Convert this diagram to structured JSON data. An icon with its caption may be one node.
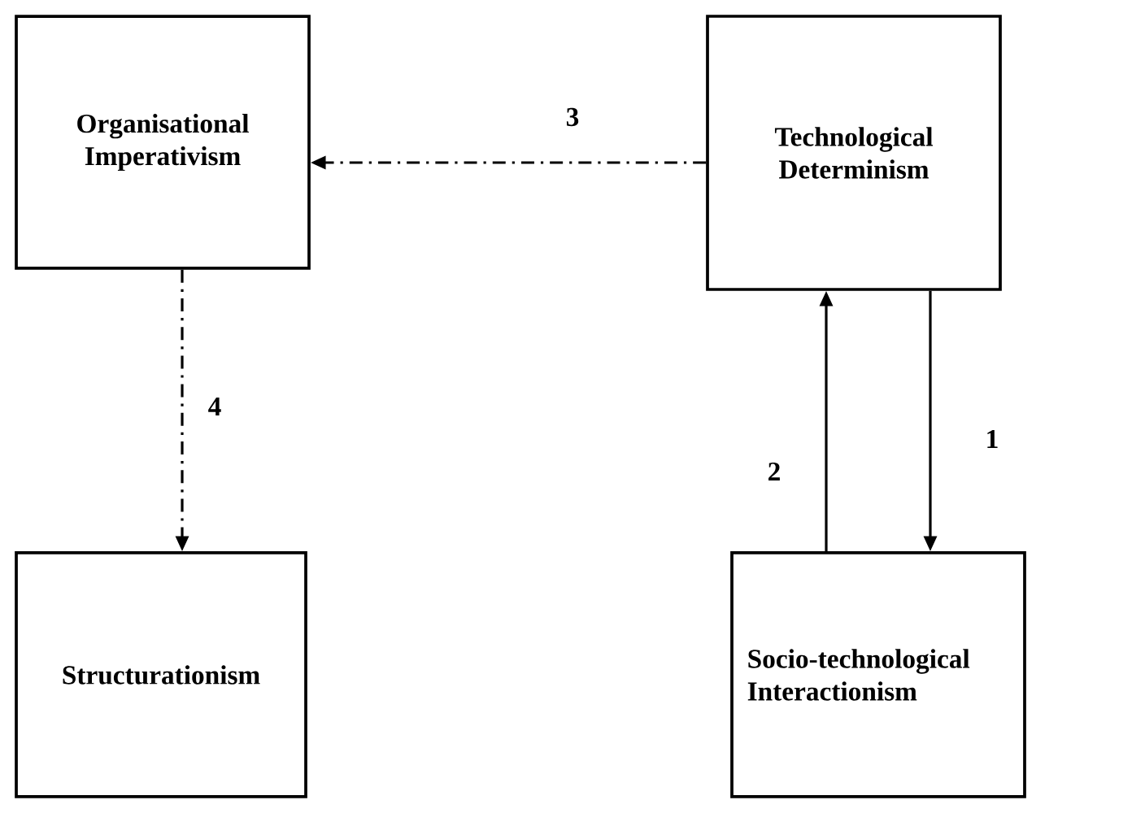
{
  "diagram": {
    "nodes": [
      {
        "text": [
          "Organisational Imperativism"
        ]
      },
      {
        "text": [
          "Technological Determinism"
        ]
      },
      {
        "text": [
          "Structurationism"
        ]
      },
      {
        "text": [
          "Socio-technological Interactionism"
        ]
      }
    ],
    "edges": [
      {
        "from": 1,
        "to": 3,
        "arrow": "to",
        "label": "1"
      },
      {
        "from": 3,
        "to": 1,
        "arrow": "to",
        "label": "2"
      },
      {
        "from": 1,
        "to": 0,
        "arrow": "to",
        "label": "3",
        "style": "dashed"
      },
      {
        "from": 0,
        "to": 2,
        "arrow": "to",
        "label": "4",
        "style": "dashed"
      }
    ]
  }
}
